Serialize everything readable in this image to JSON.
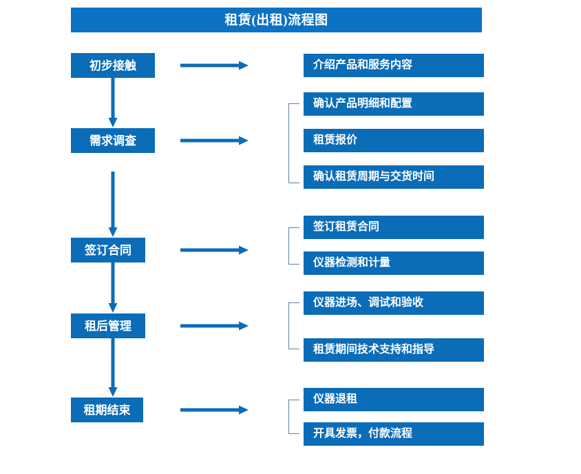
{
  "diagram": {
    "title": "租赁(出租)流程图",
    "colors": {
      "title_bar": "#0b72c4",
      "box_fill": "#0b6cb8",
      "box_text": "#ffffff",
      "arrow": "#0b6cb8",
      "bracket": "#5b7fa6",
      "background": "#ffffff"
    },
    "stages": [
      {
        "id": "stage-1",
        "label": "初步接触"
      },
      {
        "id": "stage-2",
        "label": "需求调查"
      },
      {
        "id": "stage-3",
        "label": "签订合同"
      },
      {
        "id": "stage-4",
        "label": "租后管理"
      },
      {
        "id": "stage-5",
        "label": "租期结束"
      }
    ],
    "details": [
      {
        "id": "detail-1",
        "label": "介绍产品和服务内容",
        "stage": "初步接触"
      },
      {
        "id": "detail-2",
        "label": "确认产品明细和配置",
        "stage": "需求调查"
      },
      {
        "id": "detail-3",
        "label": "租赁报价",
        "stage": "需求调查"
      },
      {
        "id": "detail-4",
        "label": "确认租赁周期与交货时间",
        "stage": "需求调查"
      },
      {
        "id": "detail-5",
        "label": "签订租赁合同",
        "stage": "签订合同"
      },
      {
        "id": "detail-6",
        "label": "仪器检测和计量",
        "stage": "签订合同"
      },
      {
        "id": "detail-7",
        "label": "仪器进场、调试和验收",
        "stage": "租后管理"
      },
      {
        "id": "detail-8",
        "label": "租赁期间技术支持和指导",
        "stage": "租后管理"
      },
      {
        "id": "detail-9",
        "label": "仪器退租",
        "stage": "租期结束"
      },
      {
        "id": "detail-10",
        "label": "开具发票，付款流程",
        "stage": "租期结束"
      }
    ],
    "flow_order": [
      "初步接触",
      "需求调查",
      "签订合同",
      "租后管理",
      "租期结束"
    ],
    "groups": [
      {
        "stage": "需求调查",
        "members": [
          "确认产品明细和配置",
          "租赁报价",
          "确认租赁周期与交货时间"
        ]
      },
      {
        "stage": "签订合同",
        "members": [
          "签订租赁合同",
          "仪器检测和计量"
        ]
      },
      {
        "stage": "租后管理",
        "members": [
          "仪器进场、调试和验收",
          "租赁期间技术支持和指导"
        ]
      },
      {
        "stage": "租期结束",
        "members": [
          "仪器退租",
          "开具发票，付款流程"
        ]
      }
    ]
  }
}
